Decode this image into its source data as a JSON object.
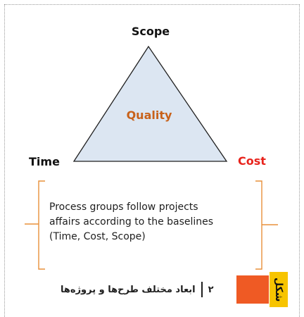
{
  "triangle": {
    "top_label": "Scope",
    "left_label": "Time",
    "right_label": "Cost",
    "center_label": "Quality"
  },
  "brace_note": {
    "lines": [
      "Process groups follow projects",
      "affairs according to the baselines",
      "(Time, Cost, Scope)"
    ]
  },
  "caption": {
    "number": "۲",
    "text": "ابعاد مختلف طرح‌ها و پروژه‌ها",
    "badge_word": "شکل"
  },
  "colors": {
    "triangle_fill": "#dce6f2",
    "triangle_stroke": "#1f1f1f",
    "quality_text": "#c8621b",
    "cost_text": "#e8231c",
    "brace": "#e8903a",
    "badge_orange": "#ef5a24",
    "badge_yellow": "#f7c400"
  }
}
